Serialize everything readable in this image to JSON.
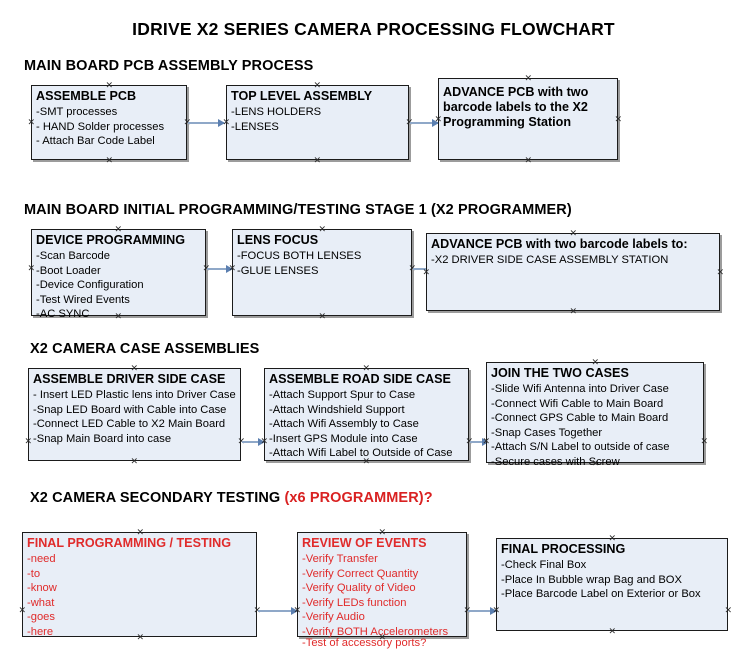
{
  "document": {
    "title": "IDRIVE X2  SERIES CAMERA PROCESSING FLOWCHART"
  },
  "sections": [
    {
      "id": "main-board-pcb-assembly-process",
      "title": "MAIN BOARD PCB ASSEMBLY PROCESS",
      "title_accent": "",
      "boxes": [
        {
          "id": "assemble-pcb",
          "title": "ASSEMBLE PCB",
          "lines": [
            "-SMT processes",
            "- HAND Solder processes",
            "- Attach Bar Code Label"
          ]
        },
        {
          "id": "top-level-assembly",
          "title": "TOP LEVEL ASSEMBLY",
          "lines": [
            "-LENS HOLDERS",
            "-LENSES"
          ]
        },
        {
          "id": "advance-pcb-programming-station",
          "title": "ADVANCE PCB with two barcode labels to the  X2 Programming Station",
          "lines": []
        }
      ]
    },
    {
      "id": "main-board-initial-programming-testing-stage-1",
      "title": "MAIN BOARD INITIAL PROGRAMMING/TESTING STAGE 1 (X2 PROGRAMMER)",
      "title_accent": "",
      "boxes": [
        {
          "id": "device-programming",
          "title": "DEVICE PROGRAMMING",
          "lines": [
            "-Scan Barcode",
            "-Boot Loader",
            "-Device Configuration",
            "-Test Wired Events",
            "-AC SYNC"
          ]
        },
        {
          "id": "lens-focus",
          "title": "LENS FOCUS",
          "lines": [
            "-FOCUS BOTH LENSES",
            "-GLUE LENSES"
          ]
        },
        {
          "id": "advance-pcb-driver-side-case",
          "title": "ADVANCE PCB with two barcode labels to:",
          "lines": [
            "-X2 DRIVER  SIDE  CASE  ASSEMBLY STATION"
          ]
        }
      ]
    },
    {
      "id": "x2-camera-case-assemblies",
      "title": "X2 CAMERA CASE ASSEMBLIES",
      "title_accent": "",
      "boxes": [
        {
          "id": "assemble-driver-side-case",
          "title": "ASSEMBLE DRIVER SIDE CASE",
          "lines": [
            "- Insert LED Plastic lens into Driver Case",
            "-Snap LED Board with Cable into Case",
            "-Connect LED Cable to X2 Main Board",
            "-Snap Main Board into case"
          ]
        },
        {
          "id": "assemble-road-side-case",
          "title": "ASSEMBLE ROAD SIDE CASE",
          "lines": [
            "-Attach Support Spur to Case",
            "-Attach Windshield Support",
            "-Attach Wifi Assembly to Case",
            "-Insert GPS Module into Case",
            "-Attach Wifi Label to Outside of Case"
          ]
        },
        {
          "id": "join-the-two-cases",
          "title": "JOIN THE TWO CASES",
          "lines": [
            "-Slide Wifi Antenna into Driver Case",
            "-Connect Wifi Cable to Main Board",
            "-Connect GPS Cable to Main Board",
            "-Snap Cases Together",
            "-Attach S/N Label to outside of case",
            "-Secure cases with Screw"
          ]
        }
      ]
    },
    {
      "id": "x2-camera-secondary-testing",
      "title": "X2 CAMERA SECONDARY TESTING ",
      "title_accent": "(x6 PROGRAMMER)?",
      "boxes": [
        {
          "id": "final-programming-testing",
          "title": "FINAL PROGRAMMING / TESTING",
          "lines": [
            "-need",
            "-to",
            "-know",
            "-what",
            "-goes",
            "-here"
          ]
        },
        {
          "id": "review-of-events",
          "title": "REVIEW OF EVENTS",
          "lines": [
            "-Verify Transfer",
            "-Verify Correct Quantity",
            "-Verify Quality of Video",
            "-Verify LEDs function",
            "-Verify Audio",
            "-Verify BOTH Accelerometers"
          ],
          "overflow_line": "-Test of accessory ports?"
        },
        {
          "id": "final-processing",
          "title": "FINAL PROCESSING",
          "lines": [
            "-Check Final Box",
            "-Place In Bubble wrap Bag and BOX",
            "-Place Barcode Label on Exterior or Box"
          ]
        }
      ]
    }
  ],
  "colors": {
    "box_fill": "#e8eef7",
    "box_border": "#1b1b1b",
    "connector": "#8fa8c8",
    "accent_red": "#e02b2b",
    "text": "#000000"
  }
}
